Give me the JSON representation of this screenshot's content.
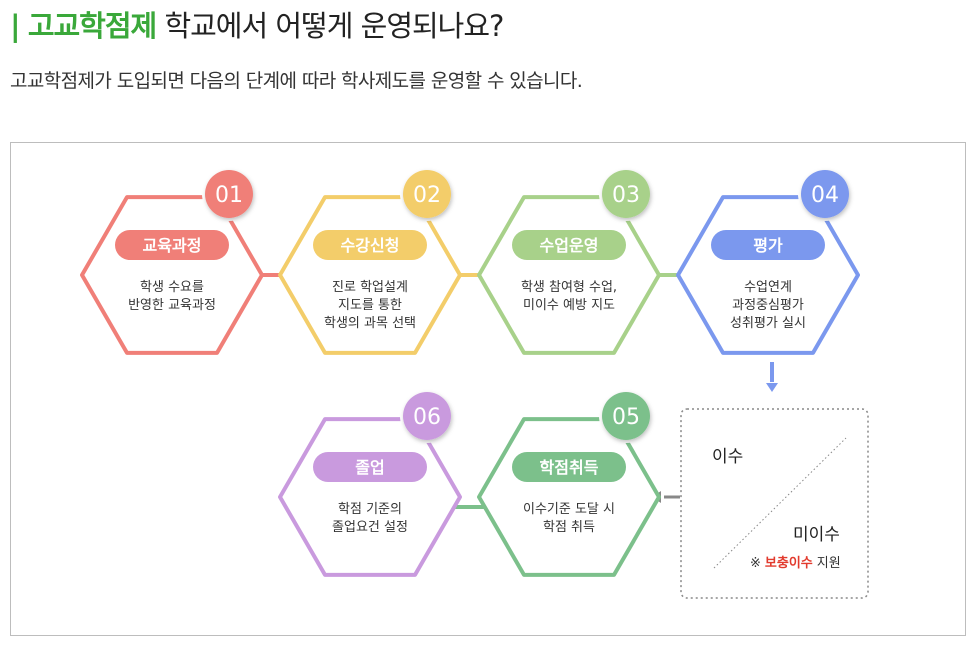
{
  "header": {
    "bar": "|",
    "brand": "고교학점제",
    "title_rest": "학교에서 어떻게 운영되나요?",
    "subtitle": "고교학점제가 도입되면 다음의 단계에 따라 학사제도를 운영할 수 있습니다."
  },
  "steps": [
    {
      "num": "01",
      "label": "교육과정",
      "desc": [
        "학생 수요를",
        "반영한 교육과정"
      ],
      "color": "#f07f78"
    },
    {
      "num": "02",
      "label": "수강신청",
      "desc": [
        "진로 학업설계",
        "지도를 통한",
        "학생의 과목 선택"
      ],
      "color": "#f3cd6a"
    },
    {
      "num": "03",
      "label": "수업운영",
      "desc": [
        "학생 참여형 수업,",
        "미이수 예방 지도"
      ],
      "color": "#a8d18a"
    },
    {
      "num": "04",
      "label": "평가",
      "desc": [
        "수업연계",
        "과정중심평가",
        "성취평가 실시"
      ],
      "color": "#7b98ee"
    },
    {
      "num": "05",
      "label": "학점취득",
      "desc": [
        "이수기준 도달 시",
        "학점 취득"
      ],
      "color": "#7cc08b"
    },
    {
      "num": "06",
      "label": "졸업",
      "desc": [
        "학점 기준의",
        "졸업요건 설정"
      ],
      "color": "#c99ade"
    }
  ],
  "decision": {
    "pass": "이수",
    "fail": "미이수",
    "note_prefix": "※",
    "note_highlight": "보충이수",
    "note_suffix": "지원",
    "highlight_color": "#e23b2e"
  }
}
